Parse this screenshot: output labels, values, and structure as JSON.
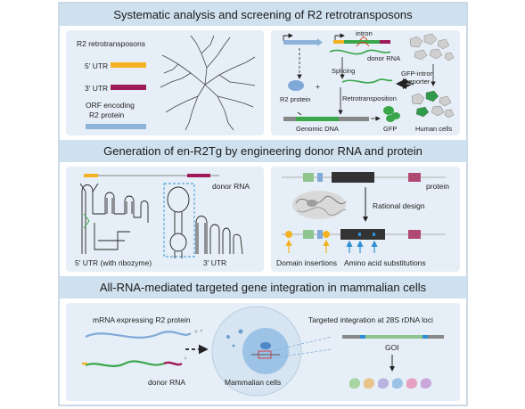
{
  "sections": [
    {
      "title": "Systematic analysis and screening of R2 retrotransposons"
    },
    {
      "title": "Generation of en-R2Tg by engineering donor RNA and protein"
    },
    {
      "title": "All-RNA-mediated targeted gene integration in mammalian cells"
    }
  ],
  "panel1": {
    "legend_title": "R2 retrotransposons",
    "legend": [
      {
        "label": "5' UTR",
        "color": "#f4b223"
      },
      {
        "label": "3' UTR",
        "color": "#9e1a5a"
      },
      {
        "label": "ORF encoding\nR2 protein",
        "color": "#8db3d9"
      }
    ],
    "labels": {
      "intron": "intron",
      "donor_rna": "donor RNA",
      "splicing": "Splicing",
      "r2_protein": "R2 protein",
      "plus": "+",
      "retrotransposition": "Retrotransposition",
      "genomic_dna": "Genomic DNA",
      "gfp": "GFP",
      "reporter": "GFP-intron\nreporter",
      "human_cells": "Human cells"
    }
  },
  "panel2": {
    "donor_rna": "donor RNA",
    "utr5": "5' UTR (with ribozyme)",
    "utr3": "3' UTR",
    "protein": "protein",
    "rational_design": "Rational design",
    "domain_insertions": "Domain insertions",
    "aa_substitutions": "Amino acid substitutions"
  },
  "panel3": {
    "mrna": "mRNA expressing R2 protein",
    "donor_rna": "donor RNA",
    "mammalian_cells": "Mammalian cells",
    "targeted": "Targeted integration at 28S rDNA loci",
    "goi": "GOI"
  },
  "colors": {
    "header_bg": "#cfe0ef",
    "panel_bg": "#e6eff7",
    "utr5": "#f4b223",
    "utr3": "#9e1a5a",
    "orf": "#8db3d9",
    "green": "#3aa64a",
    "dark": "#333333"
  }
}
